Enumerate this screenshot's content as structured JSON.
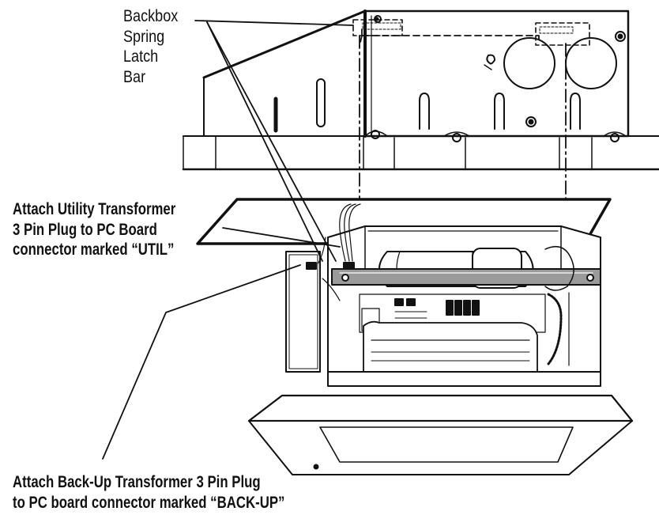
{
  "callouts": {
    "backbox_latch": {
      "lines": [
        "Backbox",
        "Spring",
        "Latch",
        "Bar"
      ]
    },
    "utility_transformer": {
      "lines": [
        "Attach Utility Transformer",
        "3 Pin Plug to PC Board",
        "connector marked “UTIL”"
      ]
    },
    "backup_transformer": {
      "lines": [
        "Attach Back-Up Transformer 3 Pin Plug",
        "to PC board connector marked “BACK-UP”"
      ]
    }
  },
  "colors": {
    "ink": "#111111",
    "paper": "#ffffff",
    "dark_fill": "#2a2a2a",
    "mid_gray": "#9a9a9a",
    "light_gray": "#d4d4d4"
  }
}
